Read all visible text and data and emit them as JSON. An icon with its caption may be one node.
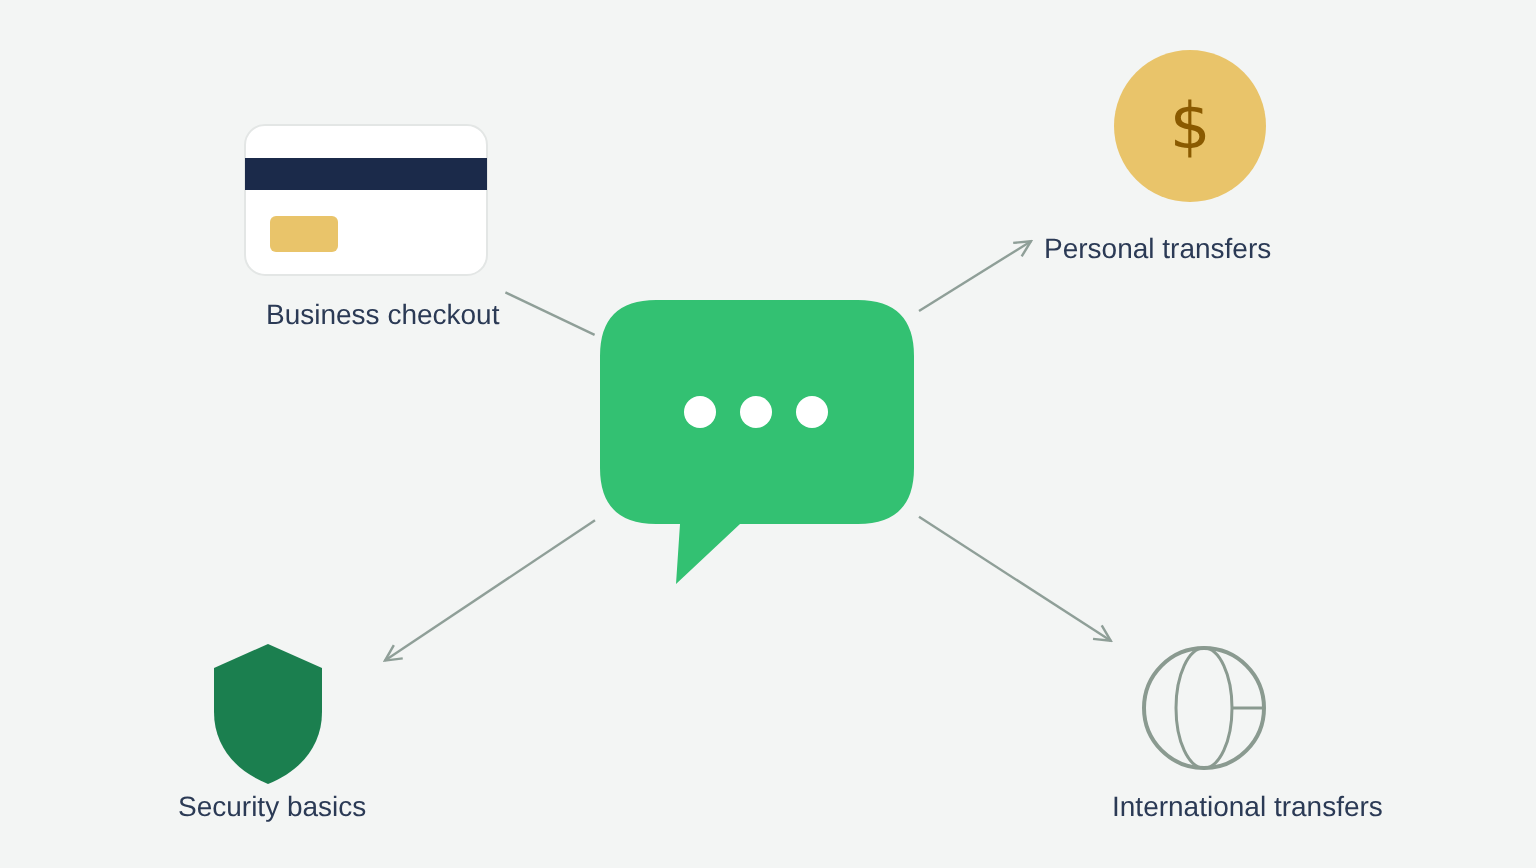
{
  "diagram": {
    "nodes": [
      {
        "text": [],
        "shape": "bubble"
      },
      {
        "text": [
          "Business checkout"
        ]
      },
      {
        "text": [
          "$",
          "Personal transfers"
        ]
      },
      {
        "text": [
          "Security basics"
        ]
      },
      {
        "text": [
          "International transfers"
        ]
      }
    ],
    "edges": [
      {
        "from": 1,
        "to": 0,
        "arrow": "none"
      },
      {
        "from": 0,
        "to": 2,
        "arrow": "to"
      },
      {
        "from": 0,
        "to": 3,
        "arrow": "to"
      },
      {
        "from": 0,
        "to": 4,
        "arrow": "to"
      }
    ]
  }
}
